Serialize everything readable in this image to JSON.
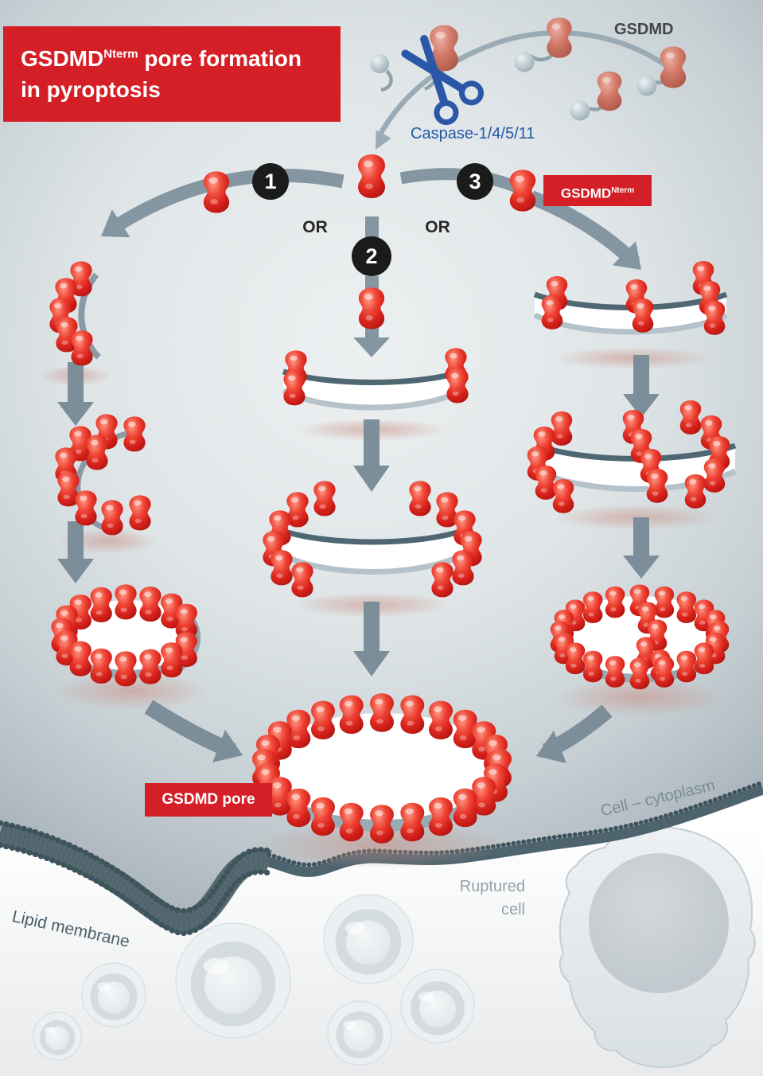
{
  "title": {
    "gene": "GSDMD",
    "sup": "Nterm",
    "rest": " pore formation",
    "line2": "in pyroptosis"
  },
  "top": {
    "gsdmd_label": "GSDMD",
    "caspase_label": "Caspase-1/4/5/11"
  },
  "steps": {
    "one": "1",
    "two": "2",
    "three": "3",
    "or_left": "OR",
    "or_right": "OR"
  },
  "boxes": {
    "nterm_gene": "GSDMD",
    "nterm_sup": "Nterm",
    "pore": "GSDMD pore"
  },
  "bottom": {
    "lipid_membrane": "Lipid membrane",
    "ruptured_line1": "Ruptured",
    "ruptured_line2": "cell",
    "cell_cytoplasm": "Cell – cytoplasm"
  },
  "icons": {
    "caspase_cleavage": "scissors-icon",
    "step_marker": "numbered-circle-icon"
  },
  "colors": {
    "accent_red": "#d51f26",
    "molecule_red": "#e2251d",
    "molecule_salmon": "#c8705f",
    "caspase_blue": "#2457a8",
    "scissors_blue": "#2b57a7",
    "arrow_gray": "#7c8e9a",
    "membrane_dark": "#4d646f",
    "step_circle_black": "#1b1b1b"
  }
}
